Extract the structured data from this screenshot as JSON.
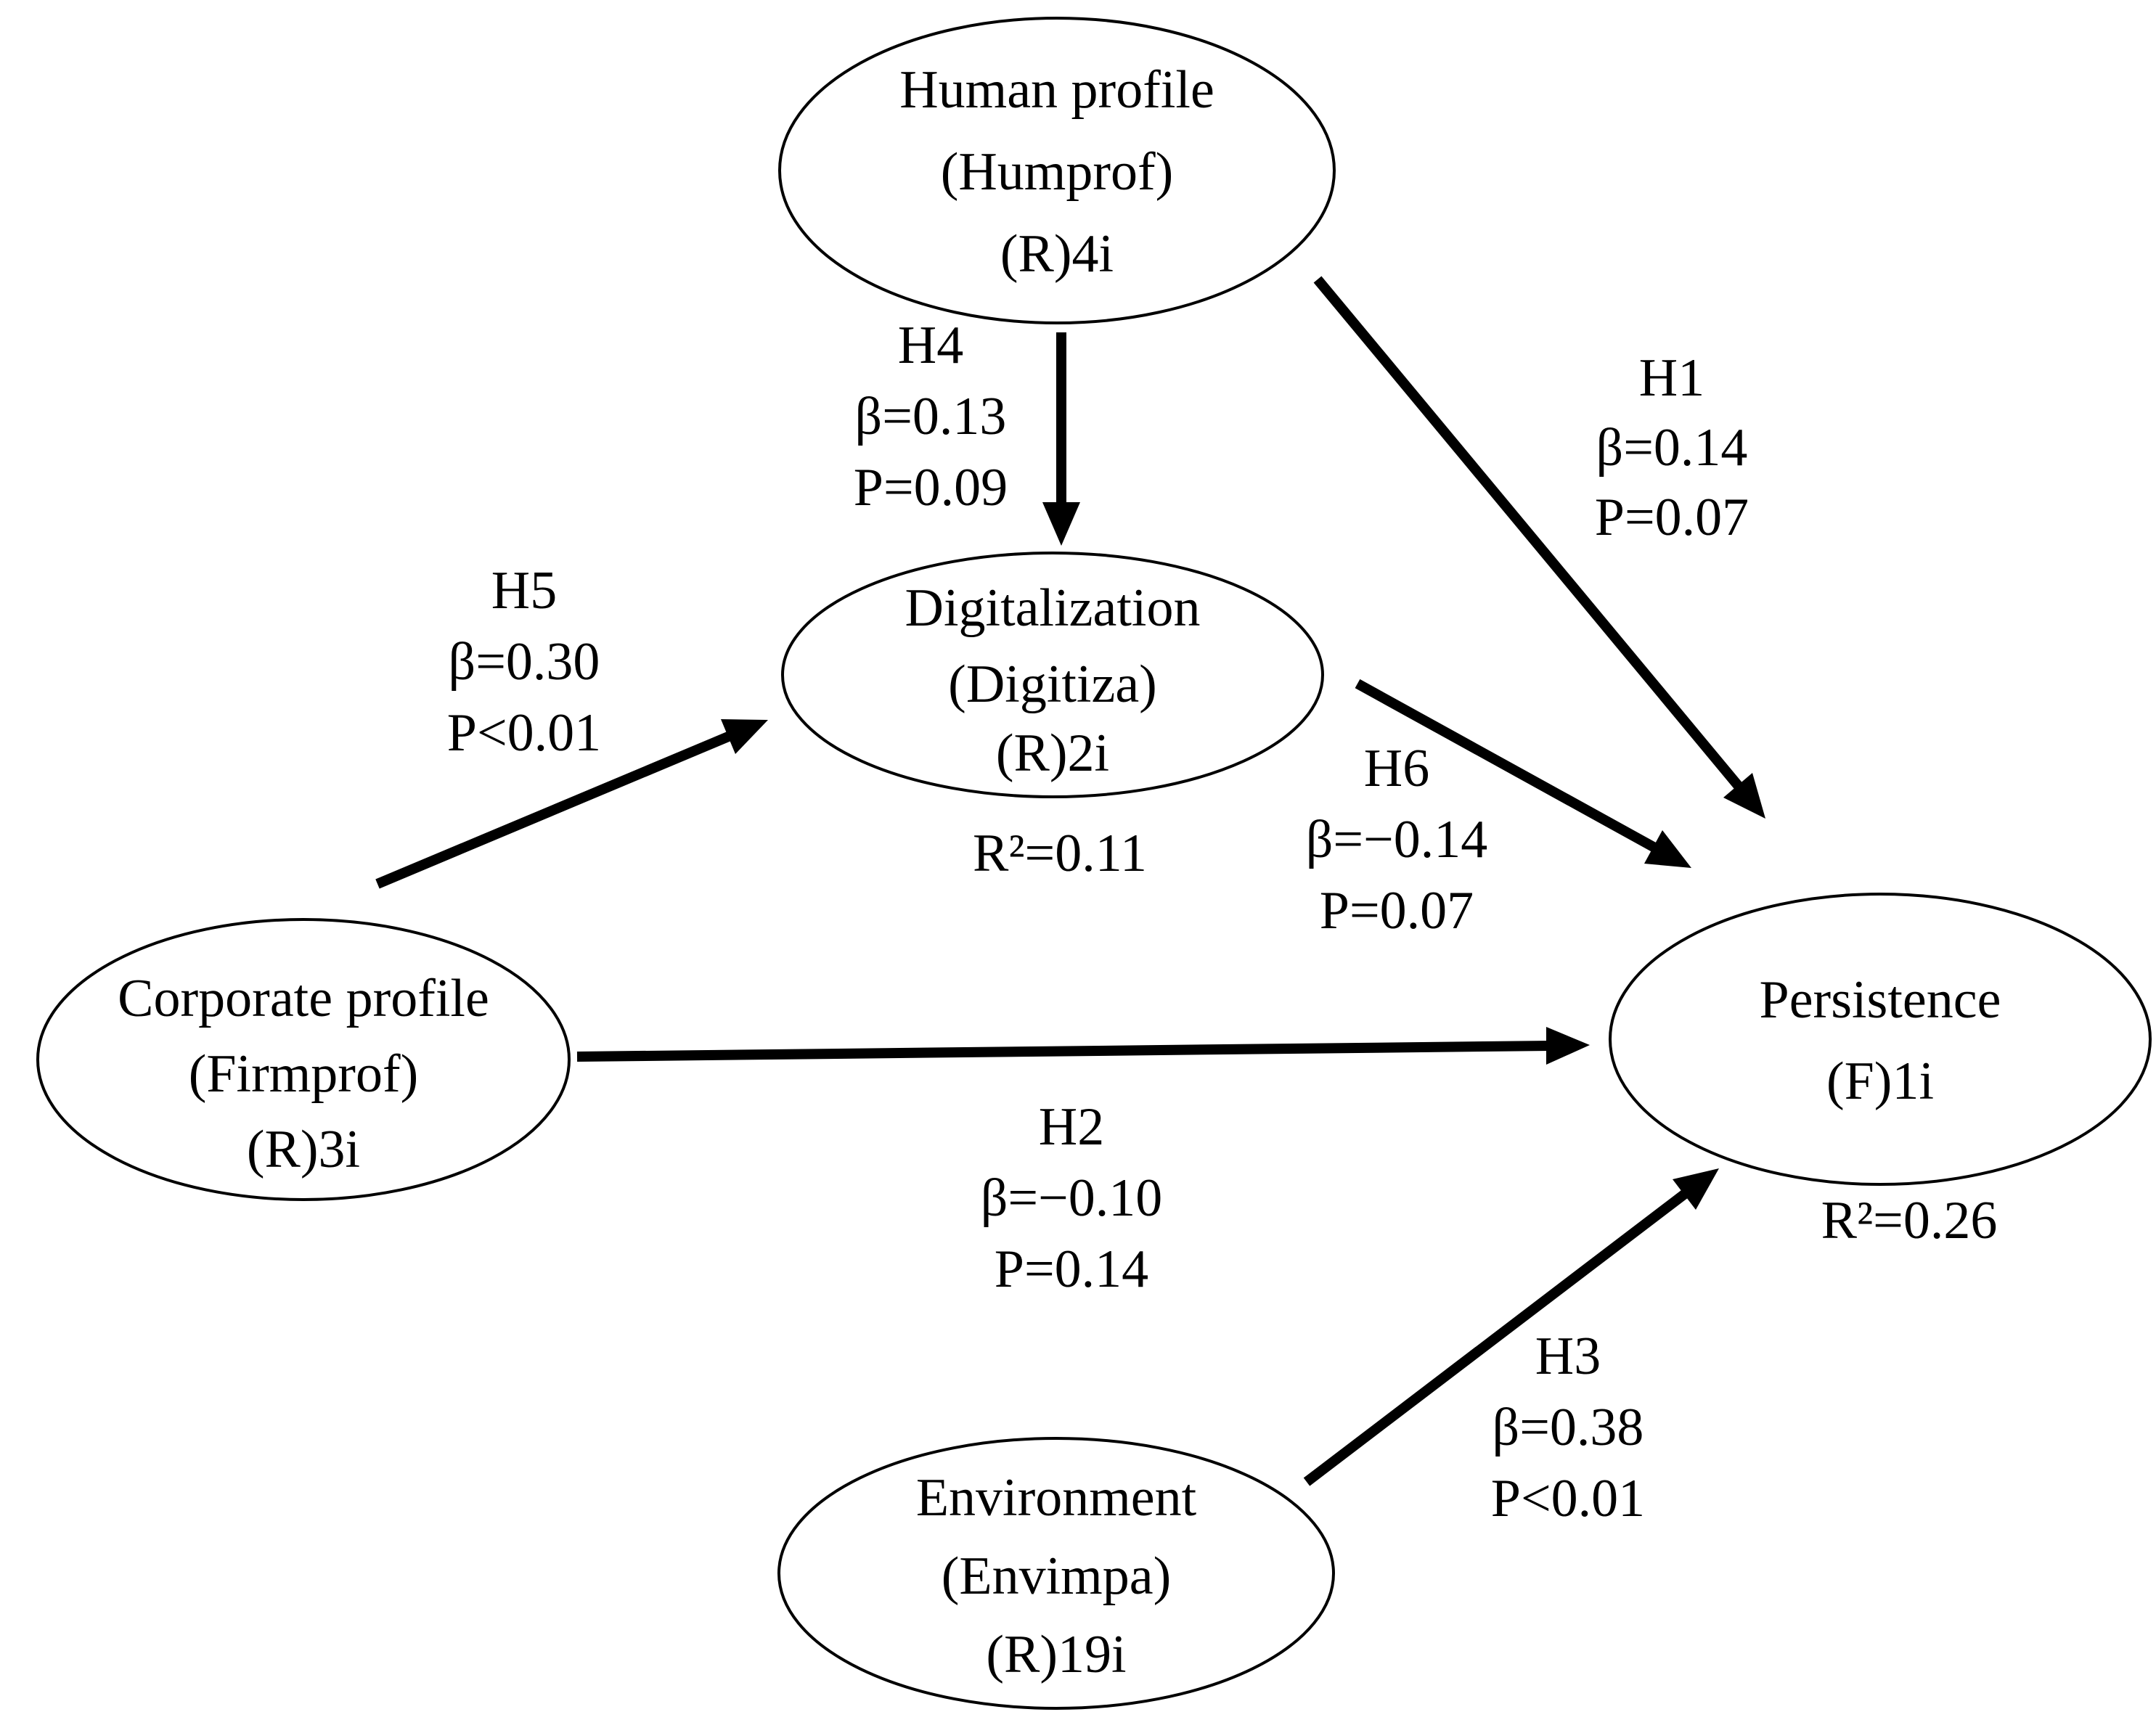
{
  "diagram": {
    "type": "structural-equation-path-model",
    "colors": {
      "ink": "#000000",
      "background": "#ffffff"
    },
    "nodes": {
      "human": {
        "lines": [
          "Human profile",
          "(Humprof)",
          "(R)4i"
        ]
      },
      "digitalization": {
        "lines": [
          "Digitalization",
          "(Digitiza)",
          "(R)2i"
        ],
        "r_squared": "R²=0.11"
      },
      "corporate": {
        "lines": [
          "Corporate profile",
          "(Firmprof)",
          "(R)3i"
        ]
      },
      "persistence": {
        "lines": [
          "Persistence",
          "(F)1i"
        ],
        "r_squared": "R²=0.26"
      },
      "environment": {
        "lines": [
          "Environment",
          "(Envimpa)",
          "(R)19i"
        ]
      }
    },
    "paths": {
      "h1": {
        "from": "human",
        "to": "persistence",
        "label": "H1",
        "beta": "β=0.14",
        "p": "P=0.07"
      },
      "h2": {
        "from": "corporate",
        "to": "persistence",
        "label": "H2",
        "beta": "β=−0.10",
        "p": "P=0.14"
      },
      "h3": {
        "from": "environment",
        "to": "persistence",
        "label": "H3",
        "beta": "β=0.38",
        "p": "P<0.01"
      },
      "h4": {
        "from": "human",
        "to": "digitalization",
        "label": "H4",
        "beta": "β=0.13",
        "p": "P=0.09"
      },
      "h5": {
        "from": "corporate",
        "to": "digitalization",
        "label": "H5",
        "beta": "β=0.30",
        "p": "P<0.01"
      },
      "h6": {
        "from": "digitalization",
        "to": "persistence",
        "label": "H6",
        "beta": "β=−0.14",
        "p": "P=0.07"
      }
    }
  }
}
